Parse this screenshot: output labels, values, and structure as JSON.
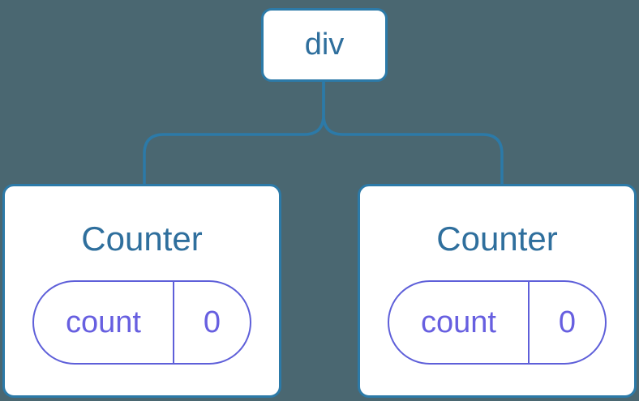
{
  "colors": {
    "background": "#4A6771",
    "connector": "#2C7AA8",
    "node-border": "#2C7AA8",
    "node-text": "#2F6F9D",
    "card-bg": "#FFFFFF",
    "state-accent": "#5E5FD9",
    "state-text": "#675FE0"
  },
  "tree": {
    "root_label": "div",
    "children": [
      {
        "title": "Counter",
        "state_key": "count",
        "state_value": "0"
      },
      {
        "title": "Counter",
        "state_key": "count",
        "state_value": "0"
      }
    ]
  }
}
